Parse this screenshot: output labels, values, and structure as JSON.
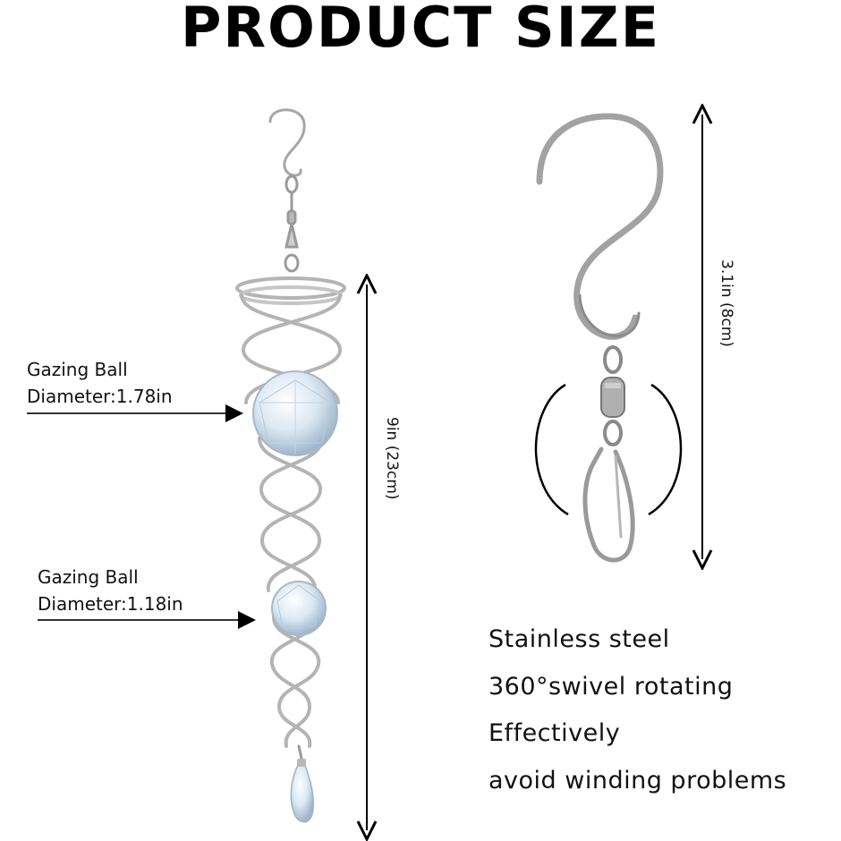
{
  "title": "PRODUCT SIZE",
  "gazing_ball_large": {
    "line1": "Gazing Ball",
    "line2": "Diameter:1.78in"
  },
  "gazing_ball_small": {
    "line1": "Gazing Ball",
    "line2": "Diameter:1.18in"
  },
  "spinner_length": "9in (23cm)",
  "hook_length": "3.1in (8cm)",
  "features": [
    "Stainless steel",
    "360°swivel rotating",
    "Effectively",
    "avoid winding problems"
  ],
  "colors": {
    "metal": "#a9a9a9",
    "metal_dark": "#7a7a7a",
    "crystal": "#cfe0ef",
    "text": "#111111"
  },
  "icons": [
    "s-hook",
    "swivel",
    "snap-clip",
    "spiral-spinner",
    "crystal-ball",
    "crystal-drop",
    "dimension-arrow",
    "rotation-arc"
  ]
}
